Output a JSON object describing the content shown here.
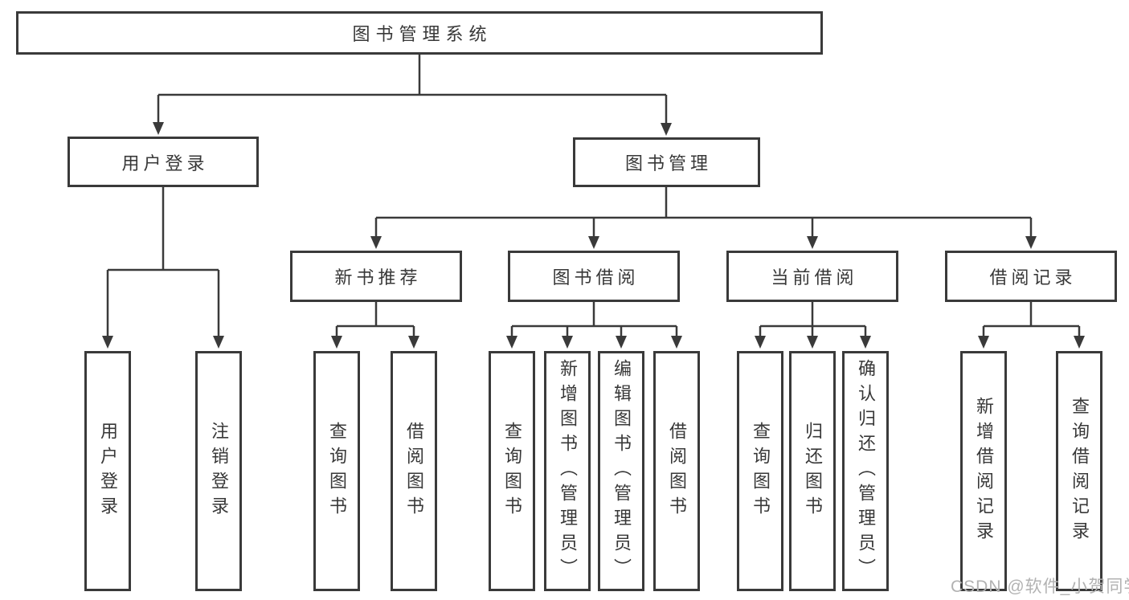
{
  "diagram": {
    "type": "hierarchy-tree",
    "colors": {
      "line": "#3a3a3a",
      "box_border": "#3a3a3a",
      "text": "#383838",
      "background": "#ffffff",
      "watermark": "#b2b2b2"
    },
    "nodes": {
      "root": {
        "label": "图书管理系统"
      },
      "level2": [
        {
          "label": "用户登录",
          "parent": "图书管理系统"
        },
        {
          "label": "图书管理",
          "parent": "图书管理系统"
        }
      ],
      "level3": [
        {
          "label": "新书推荐",
          "parent": "图书管理"
        },
        {
          "label": "图书借阅",
          "parent": "图书管理"
        },
        {
          "label": "当前借阅",
          "parent": "图书管理"
        },
        {
          "label": "借阅记录",
          "parent": "图书管理"
        }
      ],
      "level4": [
        {
          "label": "用户登录",
          "parent": "用户登录"
        },
        {
          "label": "注销登录",
          "parent": "用户登录"
        },
        {
          "label": "查询图书",
          "parent": "新书推荐"
        },
        {
          "label": "借阅图书",
          "parent": "新书推荐"
        },
        {
          "label": "查询图书",
          "parent": "图书借阅"
        },
        {
          "label": "新增图书（管理员）",
          "parent": "图书借阅"
        },
        {
          "label": "编辑图书（管理员）",
          "parent": "图书借阅"
        },
        {
          "label": "借阅图书",
          "parent": "图书借阅"
        },
        {
          "label": "查询图书",
          "parent": "当前借阅"
        },
        {
          "label": "归还图书",
          "parent": "当前借阅"
        },
        {
          "label": "确认归还（管理员）",
          "parent": "当前借阅"
        },
        {
          "label": "新增借阅记录",
          "parent": "借阅记录"
        },
        {
          "label": "查询借阅记录",
          "parent": "借阅记录"
        }
      ]
    },
    "watermark": {
      "text": "CSDN @软件_小贺同学"
    }
  }
}
